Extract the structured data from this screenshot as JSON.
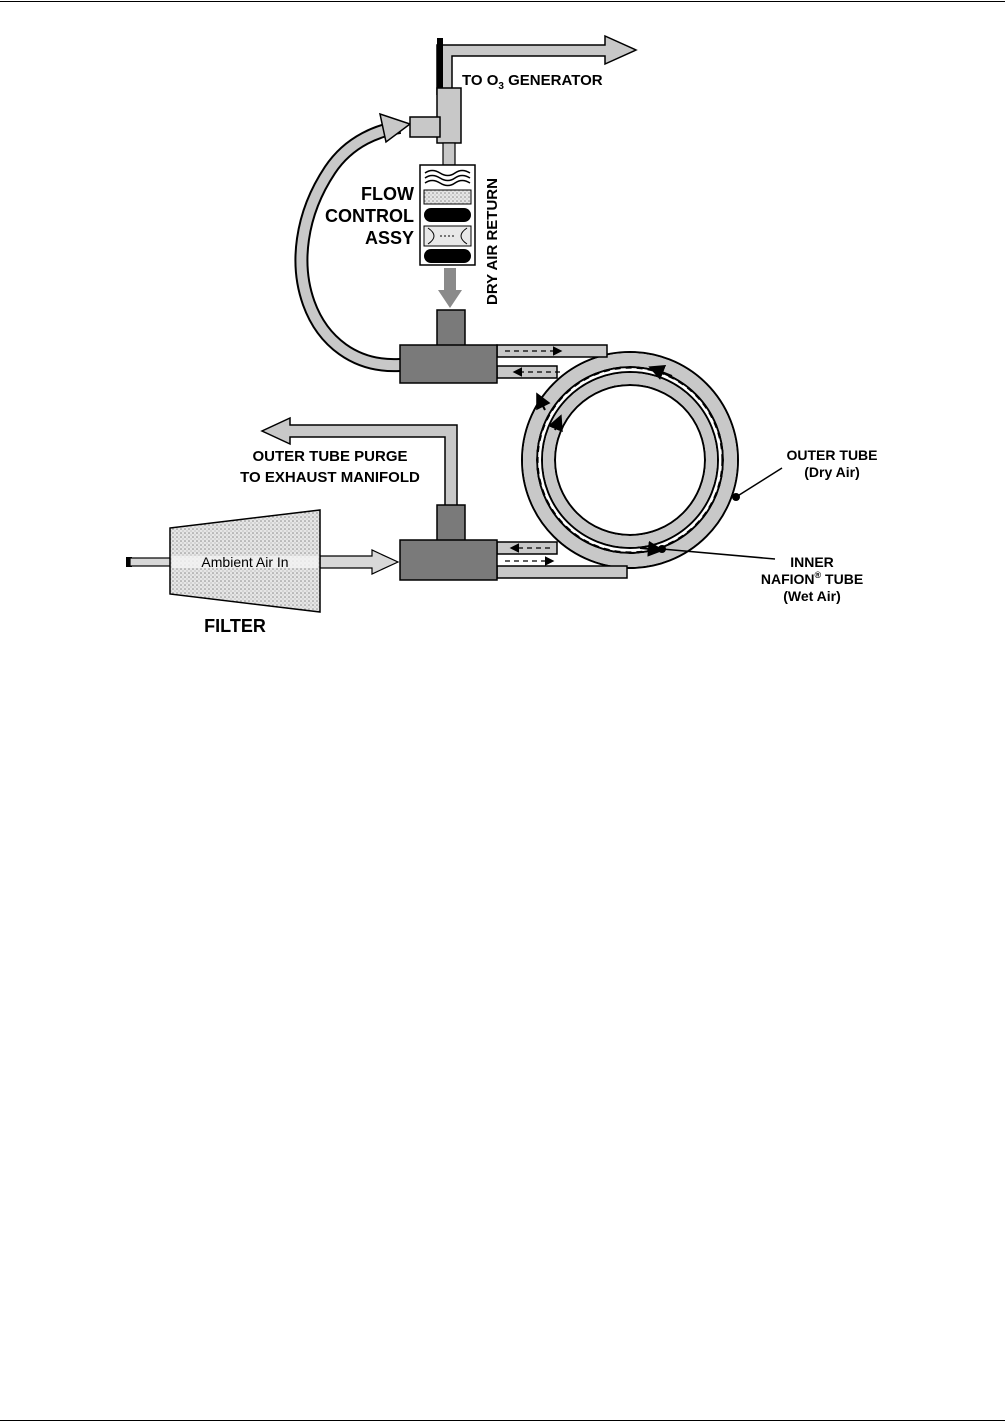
{
  "diagram": {
    "labels": {
      "to_o3_prefix": "TO O",
      "to_o3_sub": "3",
      "to_o3_suffix": " GENERATOR",
      "flow_control_line1": "FLOW",
      "flow_control_line2": "CONTROL",
      "flow_control_line3": "ASSY",
      "dry_air_return": "DRY AIR RETURN",
      "outer_purge_line1": "OUTER TUBE PURGE",
      "outer_purge_line2": "TO EXHAUST MANIFOLD",
      "ambient_air_in": "Ambient Air In",
      "filter": "FILTER",
      "outer_tube_line1": "OUTER TUBE",
      "outer_tube_line2": "(Dry Air)",
      "inner_tube_line1": "INNER",
      "inner_tube_line2_prefix": "NAFION",
      "inner_tube_line2_sup": "®",
      "inner_tube_line2_suffix": " TUBE",
      "inner_tube_line3": "(Wet Air)"
    },
    "colors": {
      "tube_gray": "#c8c8c8",
      "manifold_gray": "#7a7a7a",
      "outline": "#000000"
    }
  }
}
